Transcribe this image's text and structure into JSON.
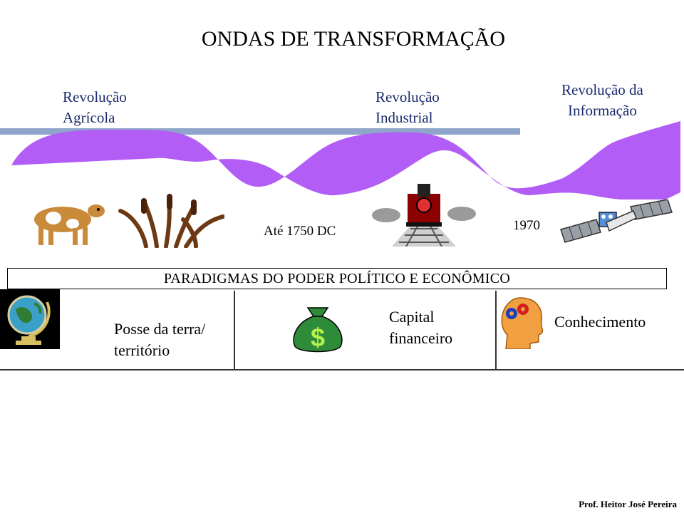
{
  "title": "ONDAS DE TRANSFORMAÇÃO",
  "waves": [
    {
      "line1": "Revolução",
      "line2": "Agrícola"
    },
    {
      "line1": "Revolução",
      "line2": "Industrial"
    },
    {
      "line1": "Revolução da",
      "line2": "Informação"
    }
  ],
  "markers": {
    "early": "Até 1750 DC",
    "late": "1970"
  },
  "paradigms": {
    "title": "PARADIGMAS DO PODER POLÍTICO E ECONÔMICO",
    "items": [
      {
        "line1": "Posse da terra/",
        "line2": "território"
      },
      {
        "line1": "Capital",
        "line2": "financeiro"
      },
      {
        "line1": "Conhecimento"
      }
    ]
  },
  "footer": "Prof. Heitor José Pereira",
  "colors": {
    "wave": "#b25df5",
    "wave_band": "#8fa5c9",
    "title_text": "#1a2a6c"
  },
  "icons": [
    "cow-icon",
    "cattail-plants-icon",
    "steam-train-icon",
    "satellite-icon",
    "globe-icon",
    "money-bag-icon",
    "head-gears-icon"
  ]
}
